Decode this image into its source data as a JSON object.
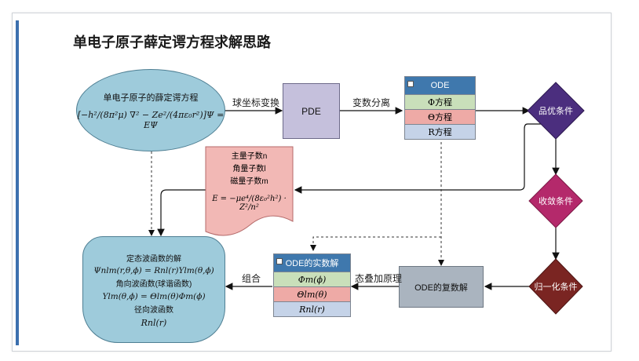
{
  "title": "单电子原子薛定谔方程求解思路",
  "nodes": {
    "schrodinger": {
      "label": "单电子原子的薛定谔方程",
      "equation": "[−h²/(8π²μ) ∇² − Ze²/(4πε₀r²)]Ψ = EΨ"
    },
    "pde": {
      "label": "PDE"
    },
    "ode_table": {
      "header": "ODE",
      "rows": [
        "Φ方程",
        "Θ方程",
        "R方程"
      ]
    },
    "quantum": {
      "lines": [
        "主量子数n",
        "角量子数l",
        "磁量子数m"
      ],
      "energy": "E = −μe⁴/(8ε₀²h²) · Z²/n²"
    },
    "d_natural": {
      "label": "品优条件"
    },
    "d_converge": {
      "label": "收敛条件"
    },
    "d_normalize": {
      "label": "归一化条件"
    },
    "ode_complex": {
      "label": "ODE的复数解"
    },
    "real_table": {
      "header": "ODE的实数解",
      "rows": [
        "Φm(ϕ)",
        "Θlm(θ)",
        "Rnl(r)"
      ]
    },
    "solution": {
      "title": "定态波函数的解",
      "eq1": "Ψnlm(r,θ,ϕ) = Rnl(r)Ylm(θ,ϕ)",
      "sub1": "角向波函数(球谐函数)",
      "eq2": "Ylm(θ,ϕ) = Θlm(θ)Φm(ϕ)",
      "sub2": "径向波函数",
      "eq3": "Rnl(r)"
    }
  },
  "edge_labels": {
    "spherical": "球坐标变换",
    "separation": "变数分离",
    "superposition": "态叠加原理",
    "combine": "组合"
  },
  "colors": {
    "ellipse": "#9ecbdb",
    "pde": "#c5c0dc",
    "ode_header": "#3f78ad",
    "row_green": "#c9dfba",
    "row_red": "#eeaaa6",
    "row_blue": "#c5d3e8",
    "quantum": "#f2b8b5",
    "d_natural": "#4b2e7e",
    "d_converge": "#b4296b",
    "d_normalize": "#7a2522",
    "complex": "#aab4bf"
  }
}
